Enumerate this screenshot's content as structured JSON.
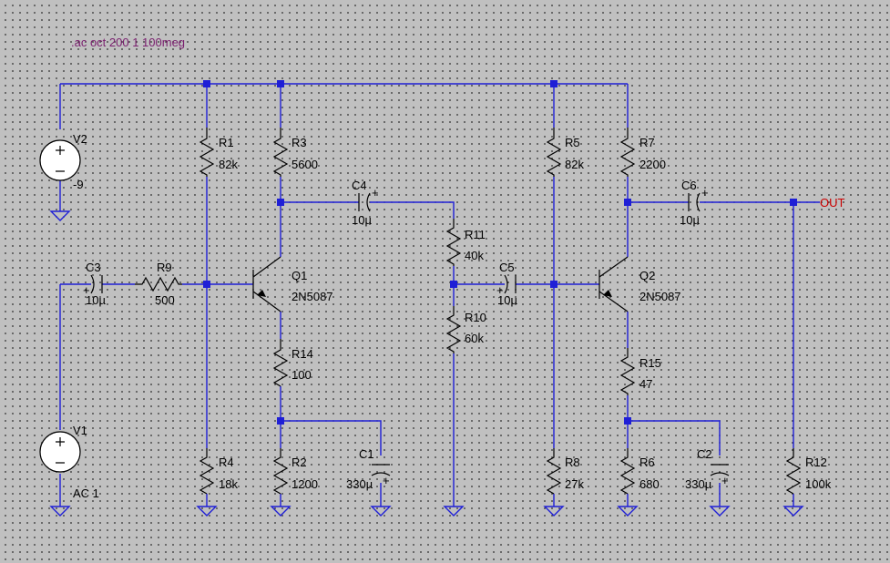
{
  "directive": ".ac oct 200 1 100meg",
  "output_label": "OUT",
  "colors": {
    "wire": "#1f1fd6",
    "background": "#c0c0c0",
    "directive": "#7a1e6e",
    "net_label": "#cc0000"
  },
  "components": {
    "V2": {
      "name": "V2",
      "value": "-9"
    },
    "V1": {
      "name": "V1",
      "value": "AC 1"
    },
    "R1": {
      "name": "R1",
      "value": "82k"
    },
    "R3": {
      "name": "R3",
      "value": "5600"
    },
    "R4": {
      "name": "R4",
      "value": "18k"
    },
    "R2": {
      "name": "R2",
      "value": "1200"
    },
    "R14": {
      "name": "R14",
      "value": "100"
    },
    "R9": {
      "name": "R9",
      "value": "500"
    },
    "C3": {
      "name": "C3",
      "value": "10µ"
    },
    "C4": {
      "name": "C4",
      "value": "10µ"
    },
    "C1": {
      "name": "C1",
      "value": "330µ"
    },
    "Q1": {
      "name": "Q1",
      "value": "2N5087"
    },
    "R11": {
      "name": "R11",
      "value": "40k"
    },
    "R10": {
      "name": "R10",
      "value": "60k"
    },
    "C5": {
      "name": "C5",
      "value": "10µ"
    },
    "R5": {
      "name": "R5",
      "value": "82k"
    },
    "R8": {
      "name": "R8",
      "value": "27k"
    },
    "R7": {
      "name": "R7",
      "value": "2200"
    },
    "Q2": {
      "name": "Q2",
      "value": "2N5087"
    },
    "R15": {
      "name": "R15",
      "value": "47"
    },
    "R6": {
      "name": "R6",
      "value": "680"
    },
    "C2": {
      "name": "C2",
      "value": "330µ"
    },
    "C6": {
      "name": "C6",
      "value": "10µ"
    },
    "R12": {
      "name": "R12",
      "value": "100k"
    }
  }
}
